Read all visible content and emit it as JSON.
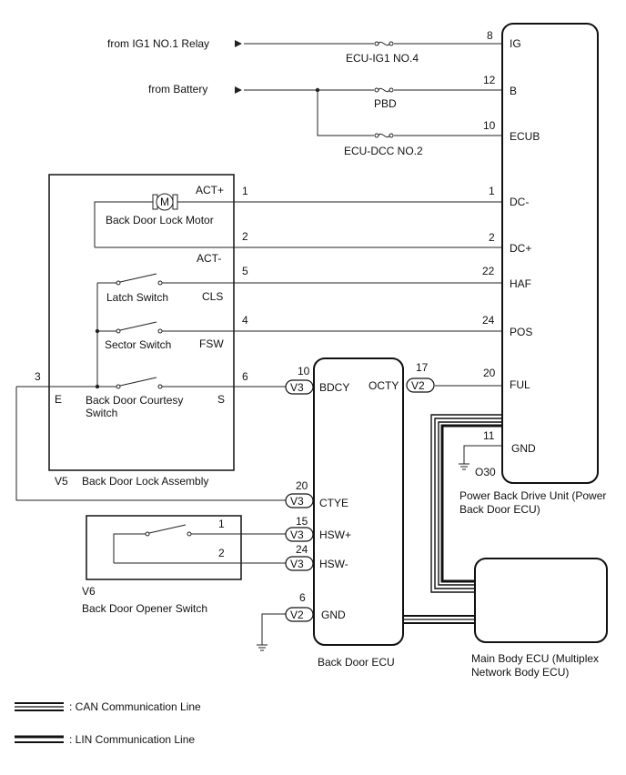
{
  "sources": {
    "ig1": "from IG1 NO.1 Relay",
    "battery": "from Battery"
  },
  "fuses": {
    "ecu_ig1": "ECU-IG1 NO.4",
    "pbd": "PBD",
    "ecu_dcc": "ECU-DCC NO.2"
  },
  "pbdu": {
    "name": "Power Back Drive Unit (Power Back Door ECU)",
    "name_line1": "Power Back Drive Unit (Power",
    "name_line2": "Back Door ECU)",
    "terminals": [
      {
        "pin": "8",
        "label": "IG"
      },
      {
        "pin": "12",
        "label": "B"
      },
      {
        "pin": "10",
        "label": "ECUB"
      },
      {
        "pin": "1",
        "label": "DC-"
      },
      {
        "pin": "2",
        "label": "DC+"
      },
      {
        "pin": "22",
        "label": "HAF"
      },
      {
        "pin": "24",
        "label": "POS"
      },
      {
        "pin": "20",
        "label": "FUL"
      },
      {
        "pin": "11",
        "label": "GND"
      }
    ],
    "ground": "O30"
  },
  "lock_assembly": {
    "connector": "V5",
    "name": "Back Door Lock Assembly",
    "motor": "Back Door Lock Motor",
    "motor_symbol": "M",
    "latch": "Latch Switch",
    "sector": "Sector Switch",
    "courtesy_line1": "Back Door Courtesy",
    "courtesy_line2": "Switch",
    "terminals": [
      {
        "pin": "1",
        "label": "ACT+"
      },
      {
        "pin": "2",
        "label": "ACT-"
      },
      {
        "pin": "5",
        "label": "CLS"
      },
      {
        "pin": "4",
        "label": "FSW"
      },
      {
        "pin": "6",
        "label": "S"
      },
      {
        "pin": "3",
        "label": "E"
      }
    ]
  },
  "back_door_ecu": {
    "name": "Back Door ECU",
    "terminals": [
      {
        "pin": "10",
        "conn": "V3",
        "label": "BDCY"
      },
      {
        "pin": "17",
        "conn": "V2",
        "label": "OCTY"
      },
      {
        "pin": "20",
        "conn": "V3",
        "label": "CTYE"
      },
      {
        "pin": "15",
        "conn": "V3",
        "label": "HSW+"
      },
      {
        "pin": "24",
        "conn": "V3",
        "label": "HSW-"
      },
      {
        "pin": "6",
        "conn": "V2",
        "label": "GND"
      }
    ]
  },
  "opener_switch": {
    "connector": "V6",
    "name": "Back Door Opener Switch",
    "pins": [
      "1",
      "2"
    ]
  },
  "main_body_ecu": {
    "name_line1": "Main Body ECU (Multiplex",
    "name_line2": "Network Body ECU)"
  },
  "legend": {
    "can": ": CAN Communication Line",
    "lin": ": LIN Communication Line"
  }
}
